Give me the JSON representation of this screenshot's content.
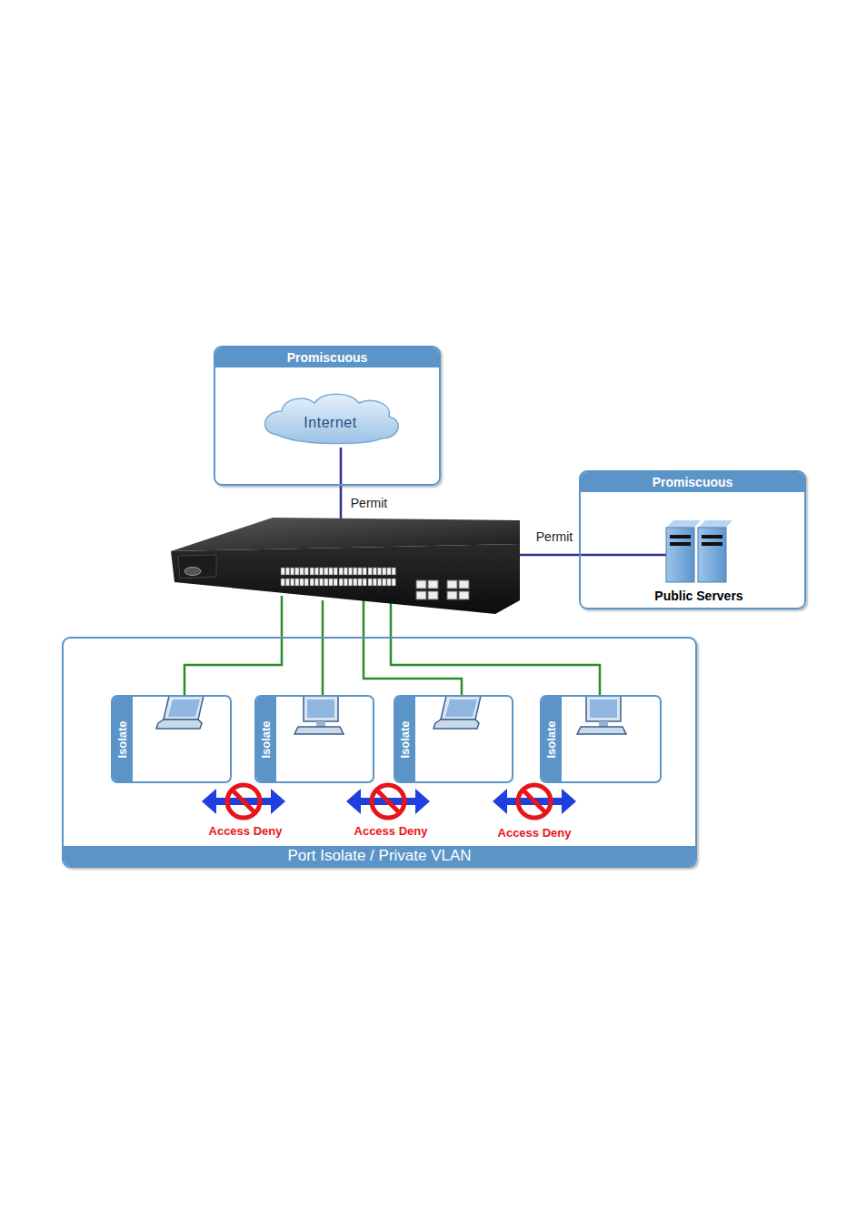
{
  "diagram": {
    "nodes": [
      {
        "text": [
          "Promiscuous"
        ]
      },
      {
        "text": [
          "Internet"
        ],
        "in": 0
      },
      {
        "text": [
          "Promiscuous"
        ]
      },
      {
        "text": [
          "Public Servers"
        ],
        "in": 2
      },
      {
        "text": [
          "Port Isolate / Private VLAN"
        ]
      },
      {
        "text": [
          "Isolate"
        ],
        "in": 4
      },
      {
        "text": [
          "Isolate"
        ],
        "in": 4
      },
      {
        "text": [
          "Isolate"
        ],
        "in": 4
      },
      {
        "text": [
          "Isolate"
        ],
        "in": 4
      }
    ],
    "labels": [
      "Permit",
      "Permit",
      "Access Deny",
      "Access Deny",
      "Access Deny"
    ]
  }
}
